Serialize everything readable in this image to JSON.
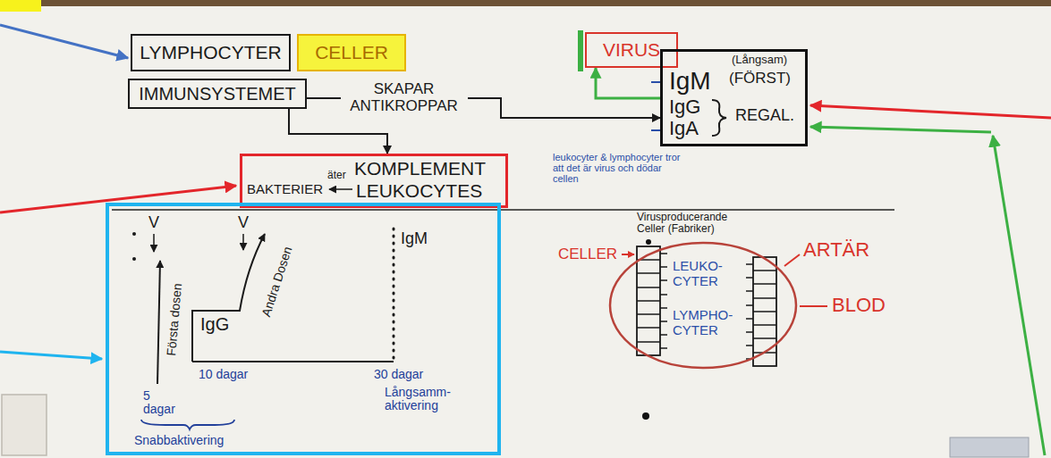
{
  "diagram": {
    "nodes": [
      {
        "text": [
          "LYMPHOCYTER"
        ]
      },
      {
        "text": [
          "CELLER"
        ]
      },
      {
        "text": [
          "VIRUS"
        ]
      },
      {
        "text": [
          "IMMUNSYSTEMET"
        ]
      },
      {
        "text": [
          "IgM",
          "(Långsam)",
          "(FÖRST)",
          "IgG",
          "IgA",
          "REGAL."
        ]
      },
      {
        "text": [
          "KOMPLEMENT",
          "BAKTERIER",
          "äter",
          "LEUKOCYTES"
        ]
      },
      {
        "text": [
          "V",
          "V",
          "Första dosen",
          "IgG",
          "Andra Dosen",
          "IgM",
          "10 dagar",
          "30 dagar",
          "5 dagar",
          "Långsamm- aktivering",
          "Snabbaktivering"
        ]
      },
      {
        "text": [
          "LEUKO- CYTER",
          "LYMPHO- CYTER"
        ]
      }
    ],
    "edges": [
      {
        "from": 3,
        "to": 4,
        "arrow": "to",
        "label": "SKAPAR ANTIKROPPAR"
      },
      {
        "from": 3,
        "to": 5,
        "arrow": "to"
      },
      {
        "from": 4,
        "to": 2,
        "arrow": "to"
      }
    ],
    "labels": [
      "leukocyter & lymphocyter tror att det är virus och dödar cellen",
      "Virusproducerande Celler (Fabriker)",
      "CELLER",
      "ARTÄR",
      "BLOD"
    ]
  }
}
